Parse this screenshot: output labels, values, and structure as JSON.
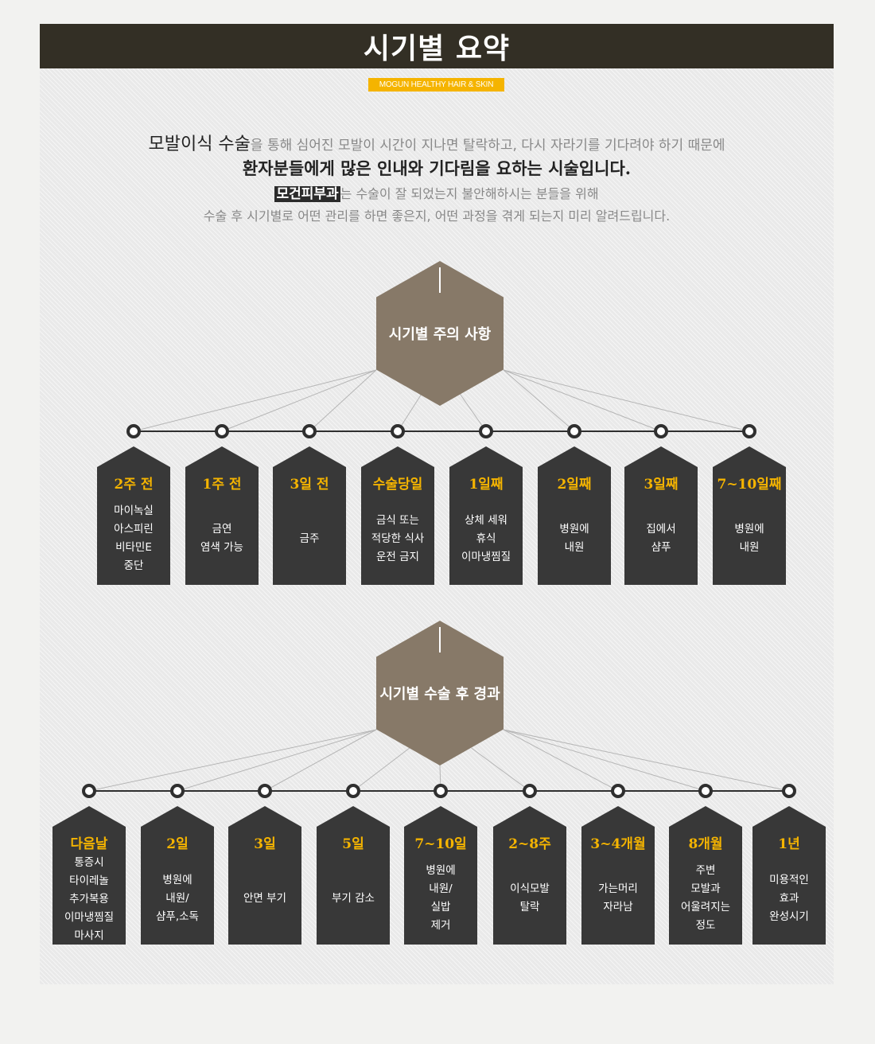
{
  "title": "시기별 요약",
  "subtitle_tag": "MOGUN HEALTHY HAIR & SKIN",
  "intro": {
    "line1_em": "모발이식 수술",
    "line1_rest": "을 통해 심어진 모발이 시간이 지나면 탈락하고, 다시 자라기를 기다려야 하기 때문에",
    "line2": "환자분들에게 많은 인내와 기다림을 요하는 시술입니다.",
    "line3_hl": "모건피부과",
    "line3_rest": "는 수술이 잘 되었는지 불안해하시는 분들을 위해",
    "line4": "수술 후 시기별로 어떤 관리를 하면 좋은지, 어떤 과정을 겪게 되는지 미리 알려드립니다."
  },
  "sections": [
    {
      "hub": "시기별 주의 사항",
      "items": [
        {
          "head": "2주 전",
          "lines": [
            "마이녹실",
            "아스피린",
            "비타민E",
            "중단"
          ]
        },
        {
          "head": "1주 전",
          "lines": [
            "금연",
            "염색 가능"
          ]
        },
        {
          "head": "3일 전",
          "lines": [
            "금주"
          ]
        },
        {
          "head": "수술당일",
          "lines": [
            "금식 또는",
            "적당한 식사",
            "운전 금지"
          ]
        },
        {
          "head": "1일째",
          "lines": [
            "상체 세워",
            "휴식",
            "이마냉찜질"
          ]
        },
        {
          "head": "2일째",
          "lines": [
            "병원에",
            "내원"
          ]
        },
        {
          "head": "3일째",
          "lines": [
            "집에서",
            "샴푸"
          ]
        },
        {
          "head": "7~10일째",
          "lines": [
            "병원에",
            "내원"
          ]
        }
      ]
    },
    {
      "hub": "시기별 수술 후 경과",
      "items": [
        {
          "head": "다음날",
          "lines": [
            "통증시",
            "타이레놀",
            "추가복용",
            "이마냉찜질",
            "마사지"
          ]
        },
        {
          "head": "2일",
          "lines": [
            "병원에",
            "내원/",
            "샴푸,소독"
          ]
        },
        {
          "head": "3일",
          "lines": [
            "안면 부기"
          ]
        },
        {
          "head": "5일",
          "lines": [
            "부기 감소"
          ]
        },
        {
          "head": "7~10일",
          "lines": [
            "병원에",
            "내원/",
            "실밥",
            "제거"
          ]
        },
        {
          "head": "2~8주",
          "lines": [
            "이식모발",
            "탈락"
          ]
        },
        {
          "head": "3~4개월",
          "lines": [
            "가는머리",
            "자라남"
          ]
        },
        {
          "head": "8개월",
          "lines": [
            "주변",
            "모발과",
            "어울려지는",
            "정도"
          ]
        },
        {
          "head": "1년",
          "lines": [
            "미용적인",
            "효과",
            "완성시기"
          ]
        }
      ]
    }
  ]
}
